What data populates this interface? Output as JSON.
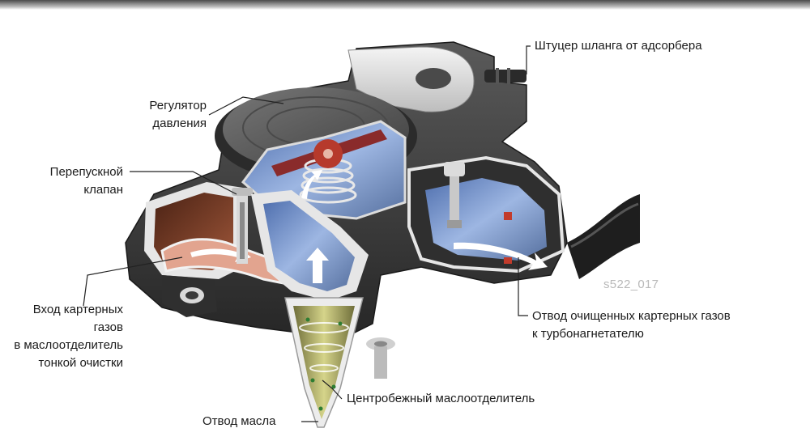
{
  "figure_ref": "s522_017",
  "labels": {
    "adsorber_hose": "Штуцер шланга от адсорбера",
    "pressure_regulator_1": "Регулятор",
    "pressure_regulator_2": "давления",
    "bypass_valve_1": "Перепускной",
    "bypass_valve_2": "клапан",
    "crankcase_inlet_1": "Вход картерных",
    "crankcase_inlet_2": "газов",
    "crankcase_inlet_3": "в маслоотделитель",
    "crankcase_inlet_4": "тонкой очистки",
    "clean_outlet_1": "Отвод очищенных картерных газов",
    "clean_outlet_2": "к турбонагнетателю",
    "centrifugal_separator": "Центробежный маслоотделитель",
    "oil_drain": "Отвод масла"
  },
  "colors": {
    "housing_dark": "#3b3b3b",
    "housing_light": "#e6e6e6",
    "cover_grey": "#5a5a5a",
    "interior_blue": "#7f9fd6",
    "oil_brown": "#7a3b22",
    "gas_pink": "#e2a48f",
    "separator_olive": "#b7b56a",
    "flow_arrow": "#ffffff",
    "leader_line": "#222222"
  }
}
